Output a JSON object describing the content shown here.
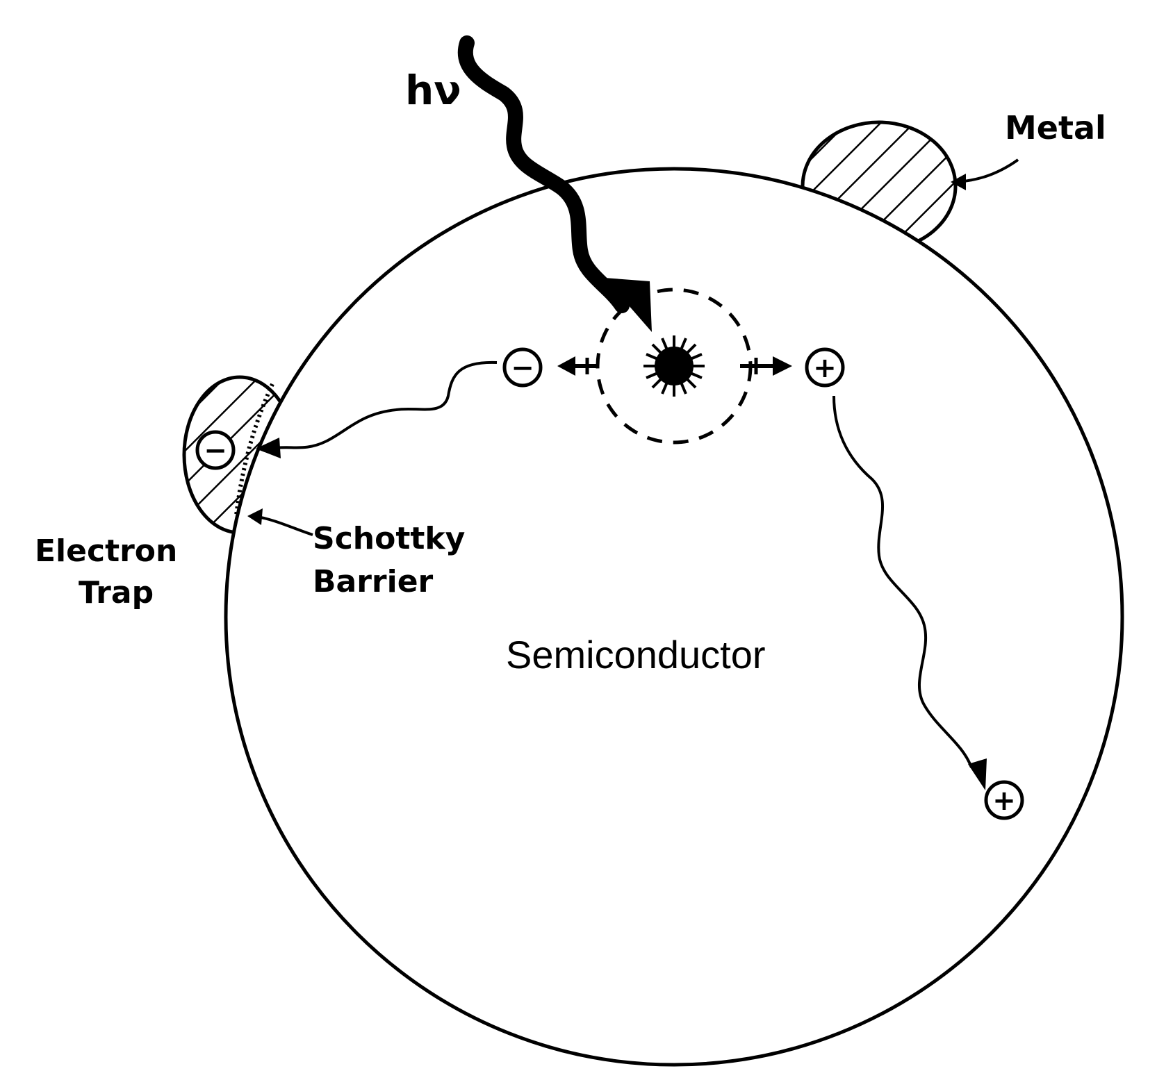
{
  "labels": {
    "photon": "hν",
    "metal": "Metal",
    "electron_trap_line1": "Electron",
    "electron_trap_line2": "Trap",
    "schottky_line1": "Schottky",
    "schottky_line2": "Barrier",
    "semiconductor": "Semiconductor"
  },
  "charges": {
    "electron": "−",
    "hole": "+"
  },
  "colors": {
    "ink": "#000000",
    "background": "#ffffff"
  },
  "icons": {
    "photon": "wavy-arrow-icon",
    "excitation": "starburst-icon"
  }
}
